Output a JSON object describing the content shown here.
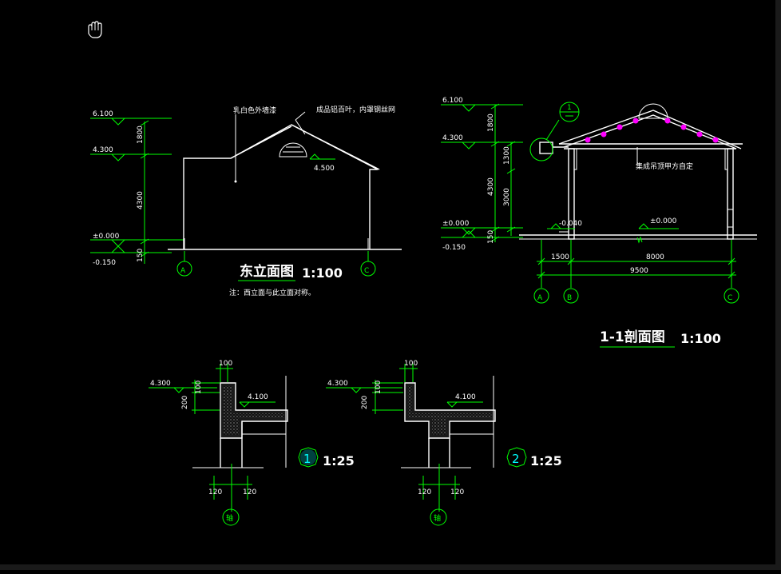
{
  "east_elevation": {
    "title": "东立面图",
    "scale": "1:100",
    "note": "注：西立面与此立面对称。",
    "wall_label": "乳白色外墙漆",
    "vent_label": "成品铝百叶，内罩钢丝网",
    "level_vent": "4.500",
    "levels": [
      "6.100",
      "4.300",
      "±0.000",
      "-0.150"
    ],
    "dims": [
      "1800",
      "4300",
      "150"
    ],
    "axes": [
      "A",
      "C"
    ]
  },
  "section": {
    "title": "1-1剖面图",
    "scale": "1:100",
    "ceiling_label": "集成吊顶甲方自定",
    "levels": [
      "6.100",
      "4.300",
      "±0.000",
      "-0.150"
    ],
    "floor_levels": [
      "-0.040",
      "±0.000"
    ],
    "vdims": [
      "1800",
      "1300",
      "3000",
      "4300",
      "150"
    ],
    "hdims": [
      "1500",
      "8000",
      "9500"
    ],
    "axes": [
      "A",
      "B",
      "C"
    ],
    "callout_num": "1",
    "roof_color": "#ff00ff"
  },
  "detail1": {
    "num": "1",
    "scale": "1:25",
    "level_left": "4.300",
    "level_inner": "4.100",
    "dims_top": [
      "100"
    ],
    "dims_side": [
      "100",
      "200"
    ],
    "dims_bottom": [
      "120",
      "120"
    ],
    "axis": "轴"
  },
  "detail2": {
    "num": "2",
    "scale": "1:25",
    "level_left": "4.300",
    "level_inner": "4.100",
    "dims_top": [
      "100"
    ],
    "dims_side": [
      "100",
      "200"
    ],
    "dims_bottom": [
      "120",
      "120"
    ],
    "axis": "轴"
  },
  "colors": {
    "background": "#000000",
    "line": "#ffffff",
    "dim": "#00ff00",
    "accent": "#ff00ff"
  },
  "cursor": "pan-hand-icon"
}
